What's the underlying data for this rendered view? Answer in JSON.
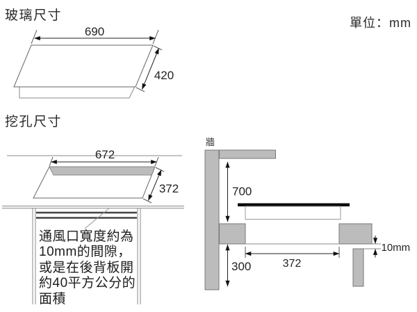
{
  "page": {
    "unit_label": "單位：mm"
  },
  "glass_section": {
    "title": "玻璃尺寸",
    "width_label": "690",
    "depth_label": "420"
  },
  "cutout_section": {
    "title": "挖孔尺寸",
    "width_label": "672",
    "depth_label": "372",
    "note_lines": [
      "通風口寬度約為",
      "10mm的間隙，",
      "或是在後背板開",
      "約40平方公分的",
      "面積"
    ]
  },
  "side_view": {
    "wall_label": "牆",
    "hood_clearance_label": "700",
    "below_clearance_label": "300",
    "cutout_width_label": "372",
    "vent_gap_label": "10mm"
  },
  "colors": {
    "line": "#666666",
    "dimension_line": "#222222",
    "gray_fill": "#bcbcbc",
    "glass_black": "#0a0a0a",
    "text": "#222222"
  }
}
